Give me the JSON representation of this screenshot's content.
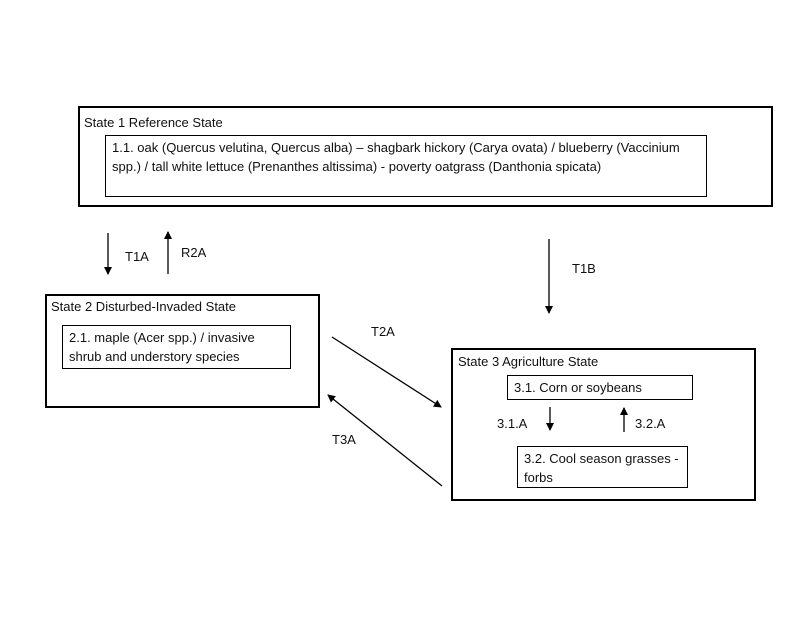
{
  "states": {
    "state1": {
      "title": "State 1 Reference State",
      "phase_1_1": "1.1. oak (Quercus velutina, Quercus alba) – shagbark hickory (Carya ovata) / blueberry (Vaccinium spp.) / tall white lettuce (Prenanthes altissima) -  poverty oatgrass (Danthonia spicata)"
    },
    "state2": {
      "title": "State 2 Disturbed-Invaded State",
      "phase_2_1": "2.1. maple (Acer spp.) / invasive shrub and understory species"
    },
    "state3": {
      "title": "State 3  Agriculture State",
      "phase_3_1": "3.1. Corn or soybeans",
      "phase_3_2": "3.2. Cool season grasses - forbs"
    }
  },
  "transitions": {
    "t1a": "T1A",
    "r2a": "R2A",
    "t1b": "T1B",
    "t2a": "T2A",
    "t3a": "T3A",
    "p31a": "3.1.A",
    "p32a": "3.2.A"
  }
}
